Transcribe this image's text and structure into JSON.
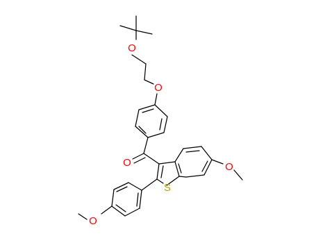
{
  "structure": {
    "atom_labels": {
      "ether_o_top": "O",
      "ether_o_mid": "O",
      "carbonyl_o": "O",
      "methoxy_o_right": "O",
      "methoxy_o_left": "O",
      "ring_s": "S"
    },
    "colors": {
      "bond": "#000000",
      "oxygen": "#ff0000",
      "sulfur": "#b8a000"
    }
  }
}
